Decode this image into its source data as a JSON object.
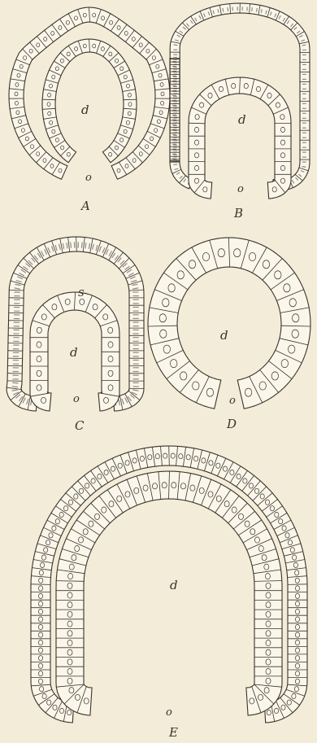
{
  "figures": [
    {
      "id": "A",
      "caption": "A",
      "inner": "d",
      "mouth": "o"
    },
    {
      "id": "B",
      "caption": "B",
      "inner": "d",
      "mouth": "o"
    },
    {
      "id": "C",
      "caption": "C",
      "inner": "d",
      "mouth": "o",
      "outer": "s"
    },
    {
      "id": "D",
      "caption": "D",
      "inner": "d",
      "mouth": "o"
    },
    {
      "id": "E",
      "caption": "E",
      "inner": "d",
      "mouth": "o"
    }
  ],
  "colors": {
    "paper": "#f3ecd9",
    "ink": "#3a332a",
    "cell": "#faf6ea"
  }
}
